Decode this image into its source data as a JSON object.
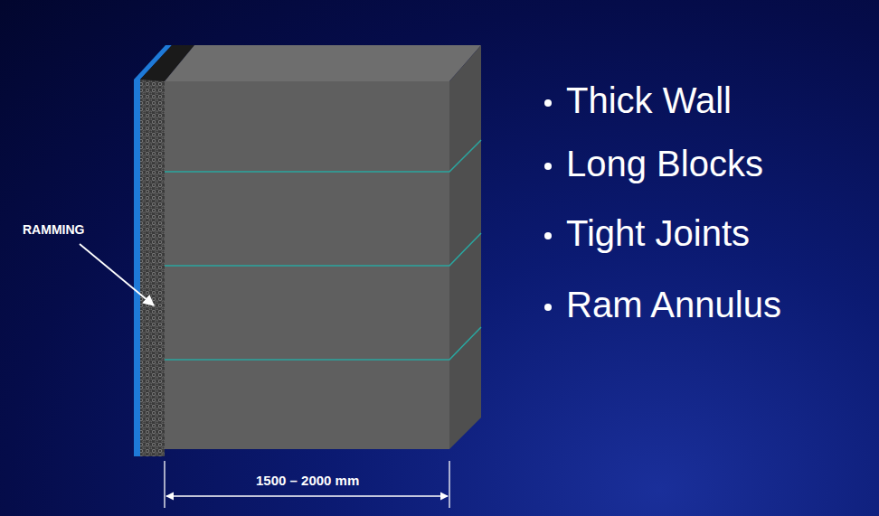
{
  "diagram": {
    "labels": [
      "RAMMING",
      "1500 – 2000 mm",
      "Thick Wall",
      "Long Blocks",
      "Tight Joints",
      "Ram Annulus"
    ]
  }
}
